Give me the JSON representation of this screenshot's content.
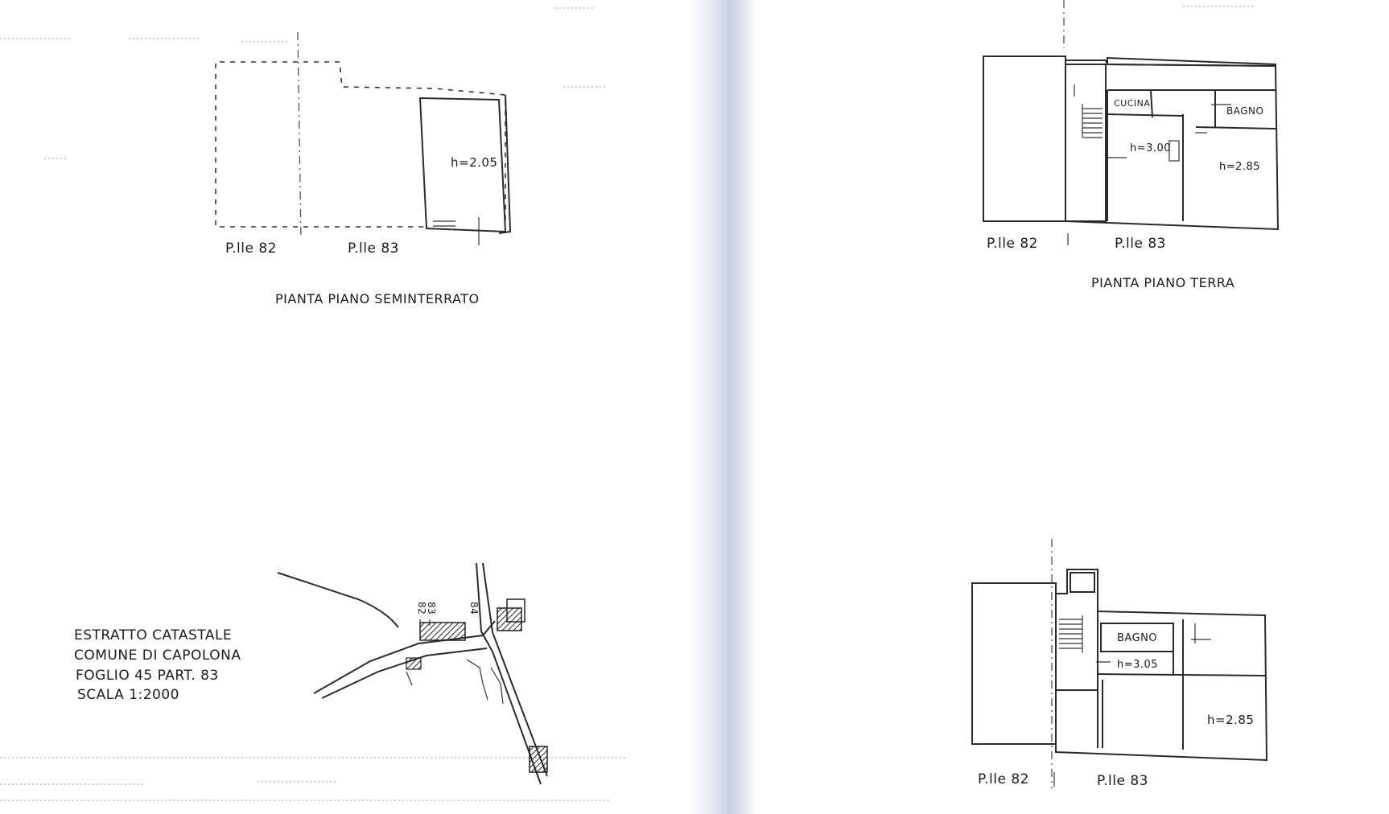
{
  "plans": {
    "basement": {
      "title": "PIANTA PIANO SEMINTERRATO",
      "height_label": "h=2.05",
      "parcel_left": "P.lle 82",
      "parcel_right": "P.lle 83"
    },
    "ground": {
      "title": "PIANTA PIANO TERRA",
      "room_kitchen": "CUCINA",
      "room_bath": "BAGNO",
      "height_center": "h=3.00",
      "height_right": "h=2.85",
      "parcel_left": "P.lle 82",
      "parcel_right": "P.lle 83"
    },
    "first": {
      "room_bath": "BAGNO",
      "height_center": "h=3.05",
      "height_right": "h=2.85",
      "parcel_left": "P.lle 82",
      "parcel_right": "P.lle 83"
    }
  },
  "cadastral": {
    "line1": "ESTRATTO CATASTALE",
    "line2": "COMUNE DI CAPOLONA",
    "line3": "FOGLIO 45 PART. 83",
    "line4": "SCALA 1:2000",
    "parcel_82": "82",
    "parcel_83": "83",
    "parcel_84": "84"
  }
}
